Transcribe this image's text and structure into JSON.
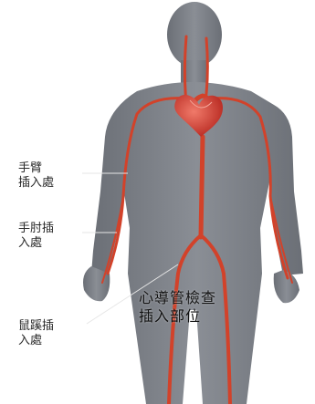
{
  "labels": {
    "upper_arm": "手臂\n插入處",
    "elbow": "手肘插\n入處",
    "groin": "鼠蹊插\n入處",
    "title": "心導管檢查\n插入部位"
  },
  "colors": {
    "background": "#ffffff",
    "body": "#7a7e85",
    "artery": "#d2422a",
    "heart": "#c8322a",
    "leader_line": "#e6e6e6"
  },
  "icons": {
    "heart": "heart-icon"
  }
}
